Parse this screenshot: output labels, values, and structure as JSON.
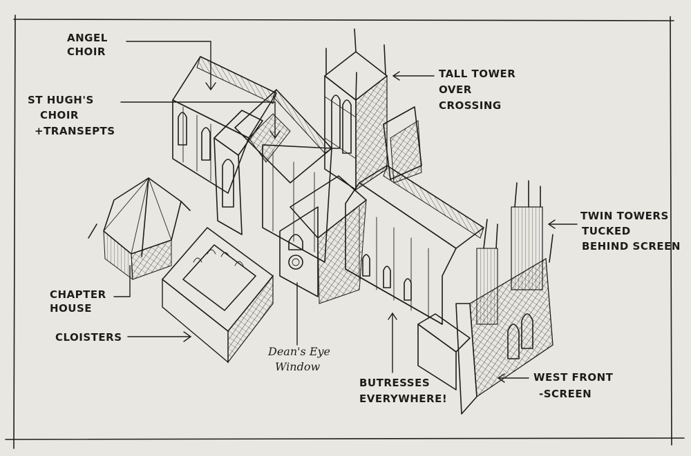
{
  "labels": {
    "angel_choir": [
      "ANGEL",
      "CHOIR"
    ],
    "st_hughs": [
      "ST HUGH'S",
      "CHOIR",
      "+TRANSEPTS"
    ],
    "tall_tower": [
      "TALL TOWER",
      "OVER",
      "CROSSING"
    ],
    "twin_towers": [
      "TWIN TOWERS",
      "TUCKED",
      "BEHIND SCREEN"
    ],
    "chapter_house": [
      "CHAPTER",
      "HOUSE"
    ],
    "cloisters": "CLOISTERS",
    "deans_eye": [
      "Dean's Eye",
      "Window"
    ],
    "buttresses": [
      "BUTRESSES",
      "EVERYWHERE!"
    ],
    "west_front": [
      "WEST FRONT",
      "-SCREEN"
    ]
  },
  "colors": {
    "paper": "#e9e7e1",
    "ink": "#1c1c1c"
  }
}
